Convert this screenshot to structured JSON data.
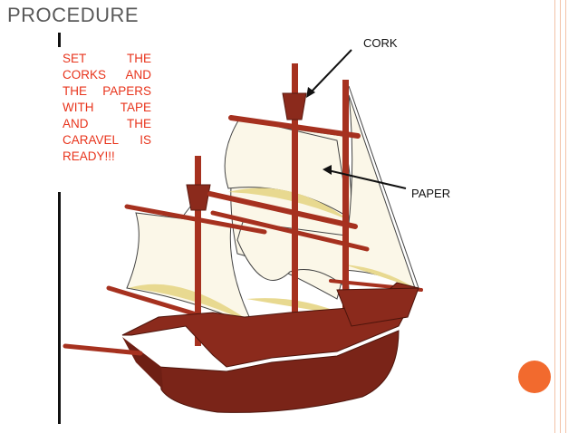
{
  "slide": {
    "title": "PROCEDURE",
    "instruction": "SET THE CORKS AND THE PAPERS WITH TAPE AND THE CARAVEL IS READY!!!",
    "labels": {
      "cork": "CORK",
      "paper": "PAPER"
    },
    "colors": {
      "accent": "#f26a2e",
      "instruction_text": "#e8341c",
      "title_text": "#595959",
      "hull": "#8b2a1c",
      "sail": "#fbf7e8"
    }
  }
}
